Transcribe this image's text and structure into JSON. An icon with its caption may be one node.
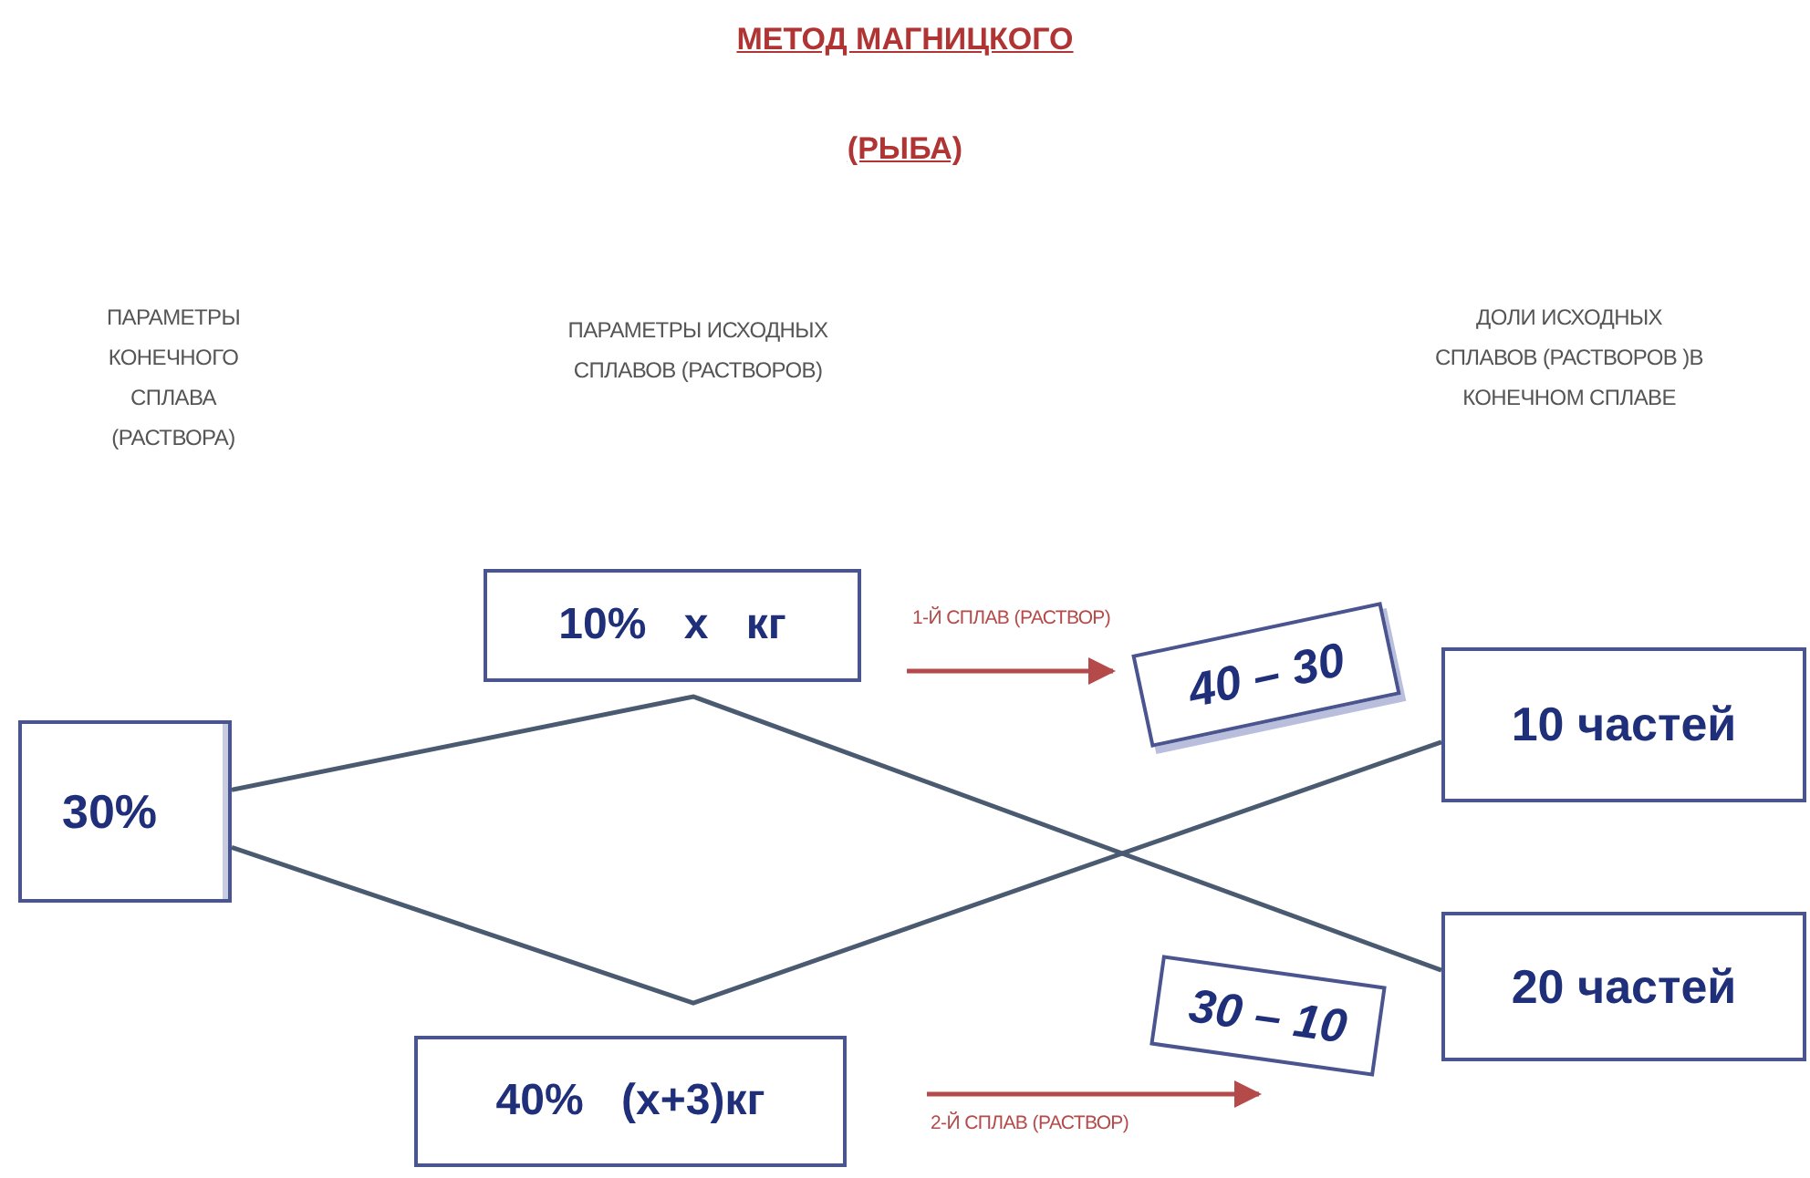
{
  "diagram": {
    "title": "МЕТОД МАГНИЦКОГО",
    "nodes": [
      {
        "text": [
          "30%"
        ]
      },
      {
        "text": [
          "10% x кг"
        ]
      },
      {
        "text": [
          "40% (x+3)кг"
        ]
      },
      {
        "text": [
          "40 – 30"
        ]
      },
      {
        "text": [
          "30 – 10"
        ]
      },
      {
        "text": [
          "10 частей"
        ]
      },
      {
        "text": [
          "20 частей"
        ]
      }
    ],
    "edges": [
      {
        "from": 0,
        "to": 6,
        "arrow": "none"
      },
      {
        "from": 0,
        "to": 5,
        "arrow": "none"
      }
    ],
    "labels": [
      "(РЫБА)",
      "ПАРАМЕТРЫ КОНЕЧНОГО СПЛАВА (РАСТВОРА)",
      "ПАРАМЕТРЫ ИСХОДНЫХ СПЛАВОВ (РАСТВОРОВ)",
      "ДОЛИ ИСХОДНЫХ СПЛАВОВ (РАСТВОРОВ )В КОНЕЧНОМ СПЛАВЕ",
      "1-Й СПЛАВ (РАСТВОР)",
      "2-Й СПЛАВ (РАСТВОР)"
    ]
  }
}
